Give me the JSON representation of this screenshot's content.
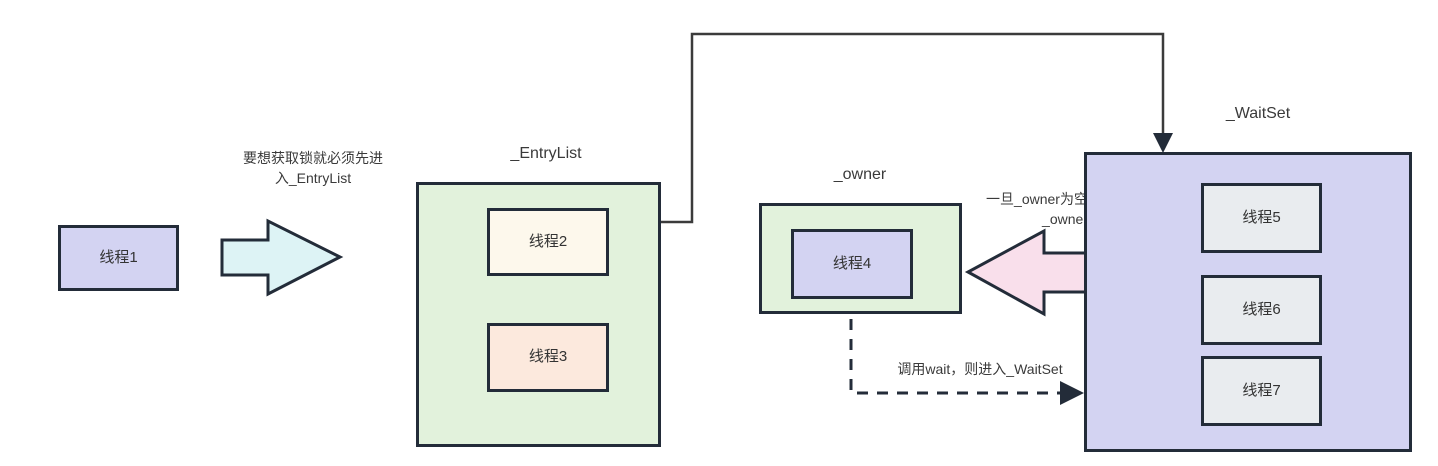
{
  "diagram": {
    "title_nodes": {
      "entrylist_label": "_EntryList",
      "owner_label": "_owner",
      "waitset_label": "_WaitSet"
    },
    "threads": {
      "thread1": "线程1",
      "thread2": "线程2",
      "thread3": "线程3",
      "thread4": "线程4",
      "thread5": "线程5",
      "thread6": "线程6",
      "thread7": "线程7"
    },
    "annotations": {
      "enter_entrylist": "要想获取锁就必须先进\n入_EntryList",
      "owner_empty_contend": "一旦_owner为空就去争抢\n_owner",
      "call_wait": "调用wait，则进入_WaitSet"
    },
    "colors": {
      "stroke": "#232c39",
      "thread1_fill": "#d3d3f2",
      "thread2_fill": "#fdf8ec",
      "thread3_fill": "#fce9dd",
      "thread4_fill": "#d3d3f2",
      "entrylist_fill": "#e2f2dc",
      "owner_fill": "#e2f2dc",
      "waitset_fill": "#d3d3f2",
      "waitset_thread_fill": "#e9ecef",
      "big_arrow_cyan": "#ddf3f5",
      "big_arrow_pink": "#f9dfeb",
      "text": "#3a3a3a"
    }
  }
}
